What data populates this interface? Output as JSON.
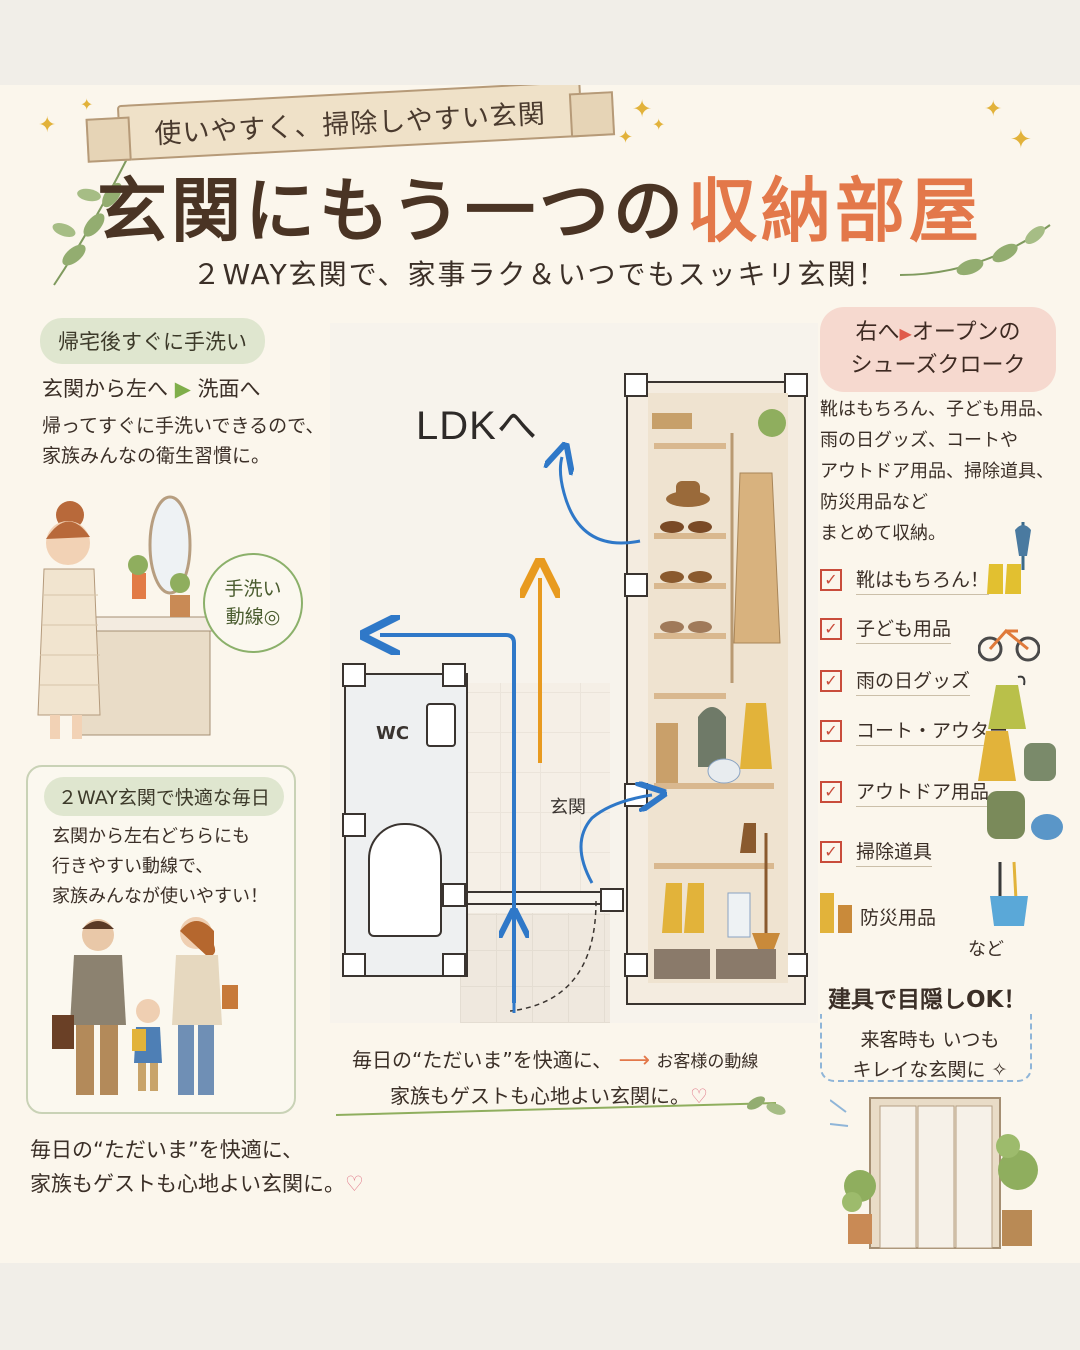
{
  "ribbon": "使いやすく、掃除しやすい玄関",
  "title_main": "玄関にもう一つの",
  "title_accent": "収納部屋",
  "subtitle": "２WAY玄関で、家事ラク＆いつでもスッキリ玄関！",
  "left_top": {
    "pill": "帰宅後すぐに手洗い",
    "heading_a": "玄関から左へ",
    "heading_b": "洗面へ",
    "body": [
      "帰ってすぐに手洗いできるので、",
      "家族みんなの衛生習慣に。"
    ],
    "bubble": [
      "手洗い",
      "動線◎"
    ]
  },
  "left_mid": {
    "pill": "２WAY玄関で快適な毎日",
    "body": [
      "玄関から左右どちらにも",
      "行きやすい動線で、",
      "家族みんなが使いやすい！"
    ]
  },
  "left_bottom": [
    "毎日の“ただいま”を快適に、",
    "家族もゲストも心地よい玄関に。"
  ],
  "plan": {
    "ldk": "LDKへ",
    "wc": "WC",
    "genkan": "玄関"
  },
  "center_caption": {
    "line1": "毎日の“ただいま”を快適に、",
    "guest": "お客様の動線",
    "line2": "家族もゲストも心地よい玄関に。"
  },
  "right": {
    "pill_a": "右へ",
    "pill_b": "オープンの",
    "pill_c": "シューズクローク",
    "body": [
      "靴はもちろん、子ども用品、",
      "雨の日グッズ、コートや",
      "アウトドア用品、掃除道具、",
      "防災用品など",
      "まとめて収納。"
    ],
    "checks": [
      "靴はもちろん！",
      "子ども用品",
      "雨の日グッズ",
      "コート・アウター",
      "アウトドア用品",
      "掃除道具"
    ],
    "bousai": "防災用品",
    "nado": "など",
    "door_heading": "建具で目隠しOK！",
    "door_body": [
      "来客時も いつも",
      "キレイな玄関に ✧"
    ]
  },
  "colors": {
    "accent_orange": "#e3784a",
    "route_blue": "#2f78c8",
    "guest_orange": "#e89a1f",
    "check_red": "#c94c3b"
  }
}
